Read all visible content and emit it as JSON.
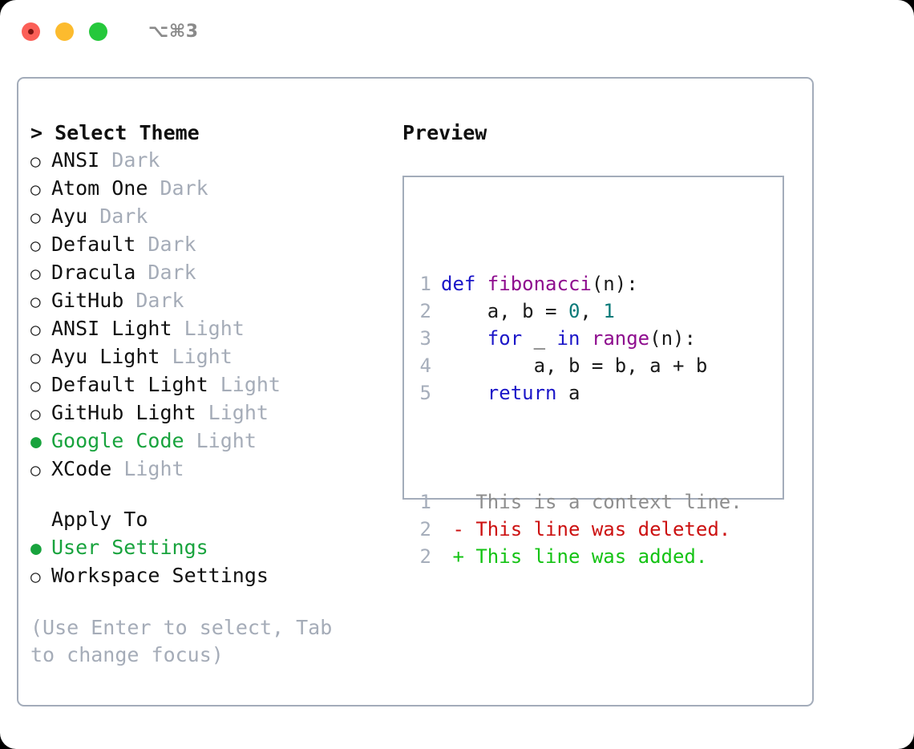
{
  "titlebar": {
    "shortcut": "⌥⌘3",
    "buttons": [
      "close",
      "minimize",
      "maximize"
    ]
  },
  "theme_panel": {
    "header": "> Select Theme",
    "marker_selected": "●",
    "marker_unselected": "○",
    "items": [
      {
        "name": "ANSI",
        "variant": "Dark",
        "selected": false
      },
      {
        "name": "Atom One",
        "variant": "Dark",
        "selected": false
      },
      {
        "name": "Ayu",
        "variant": "Dark",
        "selected": false
      },
      {
        "name": "Default",
        "variant": "Dark",
        "selected": false
      },
      {
        "name": "Dracula",
        "variant": "Dark",
        "selected": false
      },
      {
        "name": "GitHub",
        "variant": "Dark",
        "selected": false
      },
      {
        "name": "ANSI Light",
        "variant": "Light",
        "selected": false
      },
      {
        "name": "Ayu Light",
        "variant": "Light",
        "selected": false
      },
      {
        "name": "Default Light",
        "variant": "Light",
        "selected": false
      },
      {
        "name": "GitHub Light",
        "variant": "Light",
        "selected": false
      },
      {
        "name": "Google Code",
        "variant": "Light",
        "selected": true
      },
      {
        "name": "XCode",
        "variant": "Light",
        "selected": false
      }
    ]
  },
  "apply_to": {
    "label": "Apply To",
    "items": [
      {
        "name": "User Settings",
        "selected": true
      },
      {
        "name": "Workspace Settings",
        "selected": false
      }
    ]
  },
  "hint": "(Use Enter to select, Tab to change focus)",
  "preview": {
    "title": "Preview",
    "code_lines": [
      {
        "no": "1",
        "tokens": [
          {
            "t": "def ",
            "k": "kw"
          },
          {
            "t": "fibonacci",
            "k": "fn"
          },
          {
            "t": "(n):",
            "k": "txt"
          }
        ]
      },
      {
        "no": "2",
        "tokens": [
          {
            "t": "    a, b = ",
            "k": "txt"
          },
          {
            "t": "0",
            "k": "num"
          },
          {
            "t": ", ",
            "k": "txt"
          },
          {
            "t": "1",
            "k": "num"
          }
        ]
      },
      {
        "no": "3",
        "tokens": [
          {
            "t": "    for",
            "k": "kw"
          },
          {
            "t": " _ ",
            "k": "txt"
          },
          {
            "t": "in ",
            "k": "kw"
          },
          {
            "t": "range",
            "k": "fn"
          },
          {
            "t": "(n):",
            "k": "txt"
          }
        ]
      },
      {
        "no": "4",
        "tokens": [
          {
            "t": "        a, b = b, a + b",
            "k": "txt"
          }
        ]
      },
      {
        "no": "5",
        "tokens": [
          {
            "t": "    return",
            "k": "kw"
          },
          {
            "t": " a",
            "k": "txt"
          }
        ]
      }
    ],
    "diff_lines": [
      {
        "no": "1",
        "marker": " ",
        "text": "This is a context line.",
        "kind": "ctx"
      },
      {
        "no": "2",
        "marker": "-",
        "text": "This line was deleted.",
        "kind": "del"
      },
      {
        "no": "2",
        "marker": "+",
        "text": "This line was added.",
        "kind": "add"
      }
    ]
  },
  "colors": {
    "selected_green": "#18a33d",
    "muted_gray": "#a5acb8",
    "border": "#a3acba",
    "keyword": "#1b16c8",
    "function": "#8e0c8e",
    "number": "#0b7a79",
    "diff_add": "#14c314",
    "diff_del": "#cc1111",
    "diff_ctx": "#8e8e8e",
    "traffic_red": "#fb5f57",
    "traffic_yellow": "#fcbb2e",
    "traffic_green": "#25c83b"
  }
}
